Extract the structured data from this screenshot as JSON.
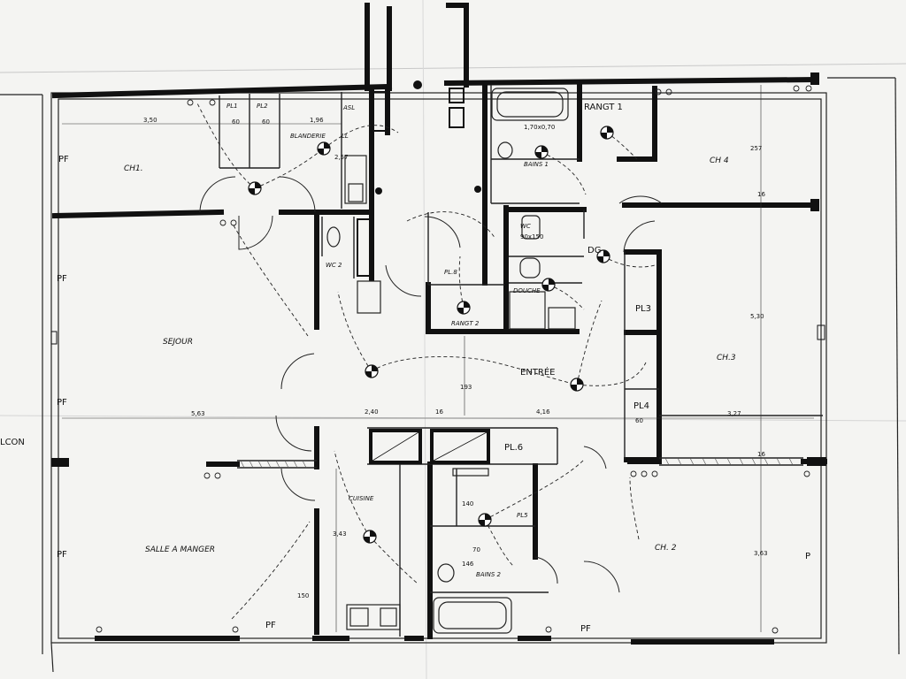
{
  "rooms": {
    "ch1": "CH1.",
    "blanderie": "BLANDERIE",
    "pl1": "PL1",
    "pl2": "PL2",
    "asl": "ASL",
    "ll": "LL",
    "bains1": "BAINS 1",
    "rangt1": "RANGT 1",
    "ch4": "CH 4",
    "sejour": "SEJOUR",
    "wc2": "WC 2",
    "wc": "WC",
    "dg": "DG",
    "pl8": "PL.8",
    "rangt2": "RANGT 2",
    "douche": "DOUCHE",
    "pl3": "PL3",
    "ch3": "CH.3",
    "entree": "ENTRÉE",
    "pl4": "PL4",
    "pl6": "PL.6",
    "cuisine": "CUISINE",
    "pl5": "PL5",
    "salle_a_manger": "SALLE A MANGER",
    "bains2": "BAINS 2",
    "ch2": "CH. 2",
    "balcon": "LCON",
    "pf": "PF",
    "p": "P"
  },
  "dimensions": {
    "d350": "3,50",
    "d60a": "60",
    "d60b": "60",
    "d196": "1,96",
    "d257": "2,57",
    "d257b": "257",
    "d16a": "16",
    "d530": "5,30",
    "d563": "5,63",
    "d240": "2,40",
    "d16b": "16",
    "d416": "4,16",
    "d327": "3,27",
    "d60c": "60",
    "d193": "193",
    "d16c": "16",
    "d343": "3,43",
    "d150": "150",
    "d363": "3,63",
    "d140": "140",
    "d146": "146",
    "d70": "70",
    "d2x150": "90x150",
    "d170": "1,70x0,70"
  }
}
